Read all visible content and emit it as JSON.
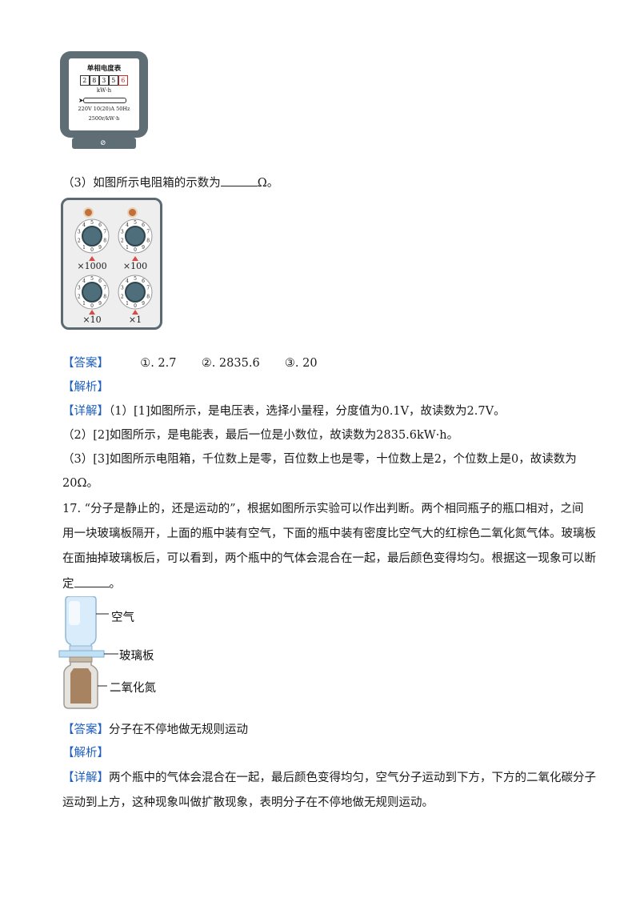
{
  "meter": {
    "title": "单相电度表",
    "digits": [
      "2",
      "8",
      "3",
      "5",
      "6"
    ],
    "unit": "kW·h",
    "spec1": "220V 10(20)A 50Hz",
    "spec2": "2500r/kW·h"
  },
  "q3": {
    "prefix": "（3）如图所示电阻箱的示数为",
    "suffix": "Ω。"
  },
  "resistance_box": {
    "knobs": [
      {
        "label": "×1000"
      },
      {
        "label": "×100"
      },
      {
        "label": "×10"
      },
      {
        "label": "×1"
      }
    ],
    "dial_numbers": [
      "0",
      "1",
      "2",
      "3",
      "4",
      "5",
      "6",
      "7",
      "8",
      "9"
    ]
  },
  "answer16": {
    "tag": "【答案】",
    "items": [
      "①. 2.7",
      "②. 2835.6",
      "③. 20"
    ]
  },
  "analysis16": {
    "tag": "【解析】"
  },
  "detail16": {
    "tag": "【详解】",
    "line1": "（1）[1]如图所示，是电压表，选择小量程，分度值为0.1V，故读数为2.7V。",
    "line2": "（2）[2]如图所示，是电能表，最后一位是小数位，故读数为2835.6kW·h。",
    "line3": "（3）[3]如图所示电阻箱，千位数上是零，百位数上也是零，十位数上是2，个位数上是0，故读数为",
    "line4": "20Ω。"
  },
  "q17": {
    "line1": "17. “分子是静止的，还是运动的”，根据如图所示实验可以作出判断。两个相同瓶子的瓶口相对，之间",
    "line2": "用一块玻璃板隔开，上面的瓶中装有空气，下面的瓶中装有密度比空气大的红棕色二氧化氮气体。玻璃板",
    "line3": "在面抽掉玻璃板后，可以看到，两个瓶中的气体会混合在一起，最后颜色变得均匀。根据这一现象可以断",
    "line4_prefix": "定",
    "line4_suffix": "。"
  },
  "bottle_diagram": {
    "label_air": "空气",
    "label_glass": "玻璃板",
    "label_no2": "二氧化氮"
  },
  "answer17": {
    "tag": "【答案】",
    "text": "分子在不停地做无规则运动"
  },
  "analysis17": {
    "tag": "【解析】"
  },
  "detail17": {
    "tag": "【详解】",
    "line1": "两个瓶中的气体会混合在一起，最后颜色变得均匀，空气分子运动到下方，下方的二氧化碳分子",
    "line2": "运动到上方，这种现象叫做扩散现象，表明分子在不停地做无规则运动。"
  }
}
